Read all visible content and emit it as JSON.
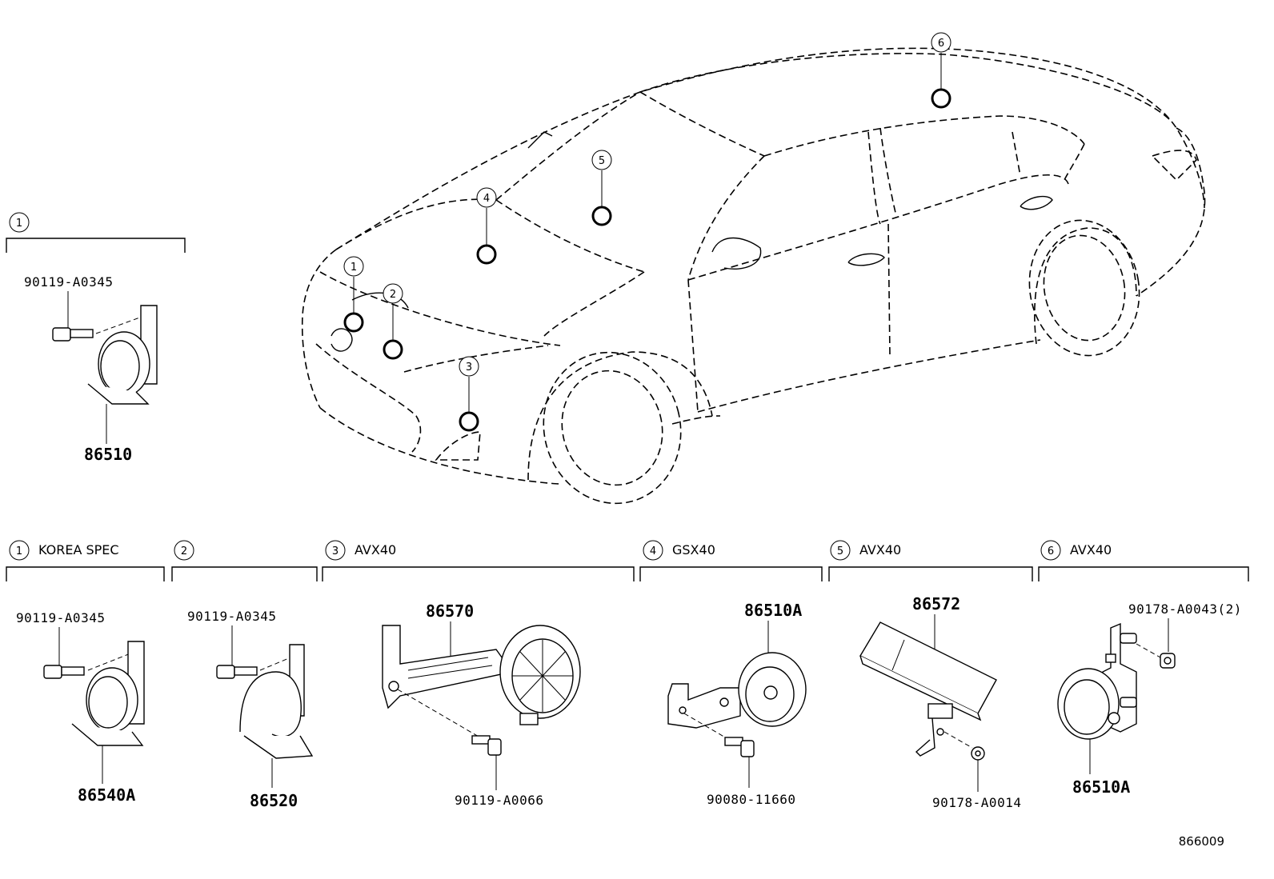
{
  "figure_id": "866009",
  "locator_numbers": [
    "1",
    "2",
    "3",
    "4",
    "5",
    "6"
  ],
  "top_group": {
    "num": "1",
    "bolt": "90119-A0345",
    "part": "86510"
  },
  "groups": [
    {
      "num": "1",
      "label": "KOREA SPEC",
      "callouts": {
        "bolt": "90119-A0345",
        "part": "86540A"
      }
    },
    {
      "num": "2",
      "label": "",
      "callouts": {
        "bolt": "90119-A0345",
        "part": "86520"
      }
    },
    {
      "num": "3",
      "label": "AVX40",
      "callouts": {
        "part": "86570",
        "bolt": "90119-A0066"
      }
    },
    {
      "num": "4",
      "label": "GSX40",
      "callouts": {
        "part": "86510A",
        "bolt": "90080-11660"
      }
    },
    {
      "num": "5",
      "label": "AVX40",
      "callouts": {
        "part": "86572",
        "nut": "90178-A0014"
      }
    },
    {
      "num": "6",
      "label": "AVX40",
      "callouts": {
        "nut": "90178-A0043(2)",
        "part": "86510A"
      }
    }
  ]
}
